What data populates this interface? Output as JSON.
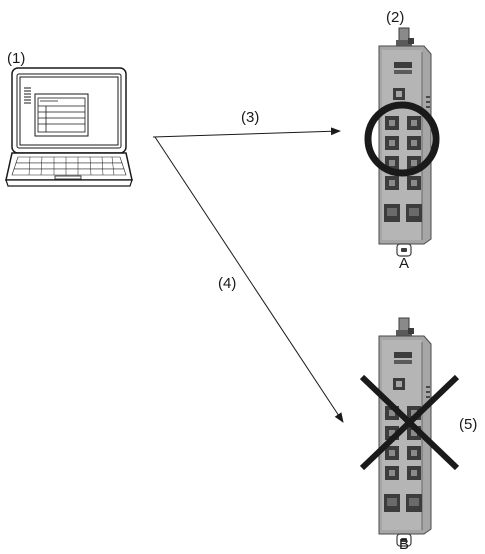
{
  "labels": {
    "computer": "(1)",
    "module_tag": "(2)",
    "arrow_to_a": "(3)",
    "arrow_to_b": "(4)",
    "rejected_mark": "(5)",
    "device_a": "A",
    "device_b": "B"
  },
  "icons": {
    "computer": "laptop-icon",
    "device_a": "network-module-icon",
    "device_b": "network-module-icon",
    "highlight": "circle-highlight-icon",
    "rejected": "cross-icon"
  },
  "colors": {
    "device_body": "#a6a6a6",
    "device_dark": "#3c3c3c",
    "outline": "#1a1a1a",
    "laptop_fill": "#ffffff"
  }
}
